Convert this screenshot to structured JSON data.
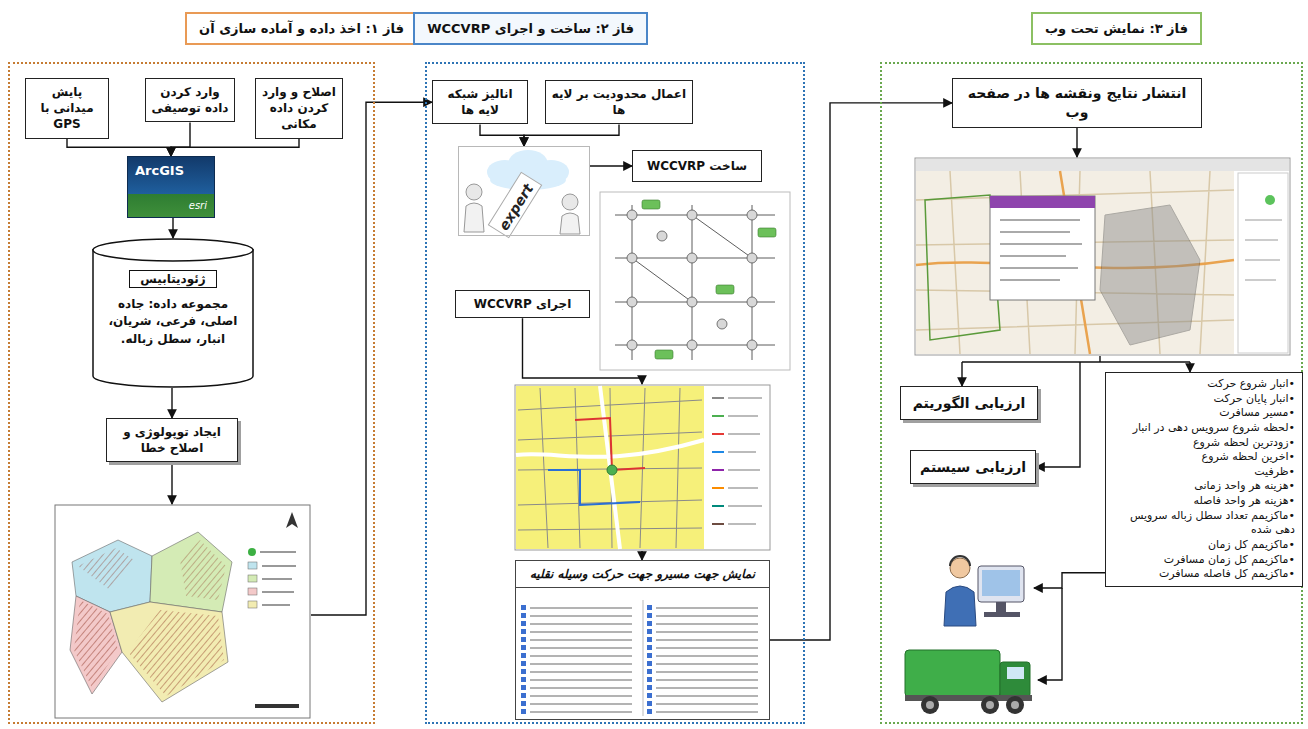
{
  "diagram": {
    "nodes": [
      {
        "text": [
          "فاز ۱: اخذ داده و آماده سازی آن"
        ]
      },
      {
        "text": [
          "اصلاح و وارد کردن داده مکانی"
        ],
        "in": 0
      },
      {
        "text": [
          "وارد کردن داده توصیفی"
        ],
        "in": 0
      },
      {
        "text": [
          "پایش میدانی با GPS"
        ],
        "in": 0
      },
      {
        "text": [
          "ArcGIS",
          "esri"
        ],
        "in": 0
      },
      {
        "text": [
          "ژئودیتابیس",
          "مجموعه داده: جاده اصلی، فرعی، شریان، انبار، سطل زباله."
        ],
        "in": 0
      },
      {
        "text": [
          "ایجاد توپولوژی و اصلاح خطا"
        ],
        "in": 0
      },
      {
        "text": [
          "فاز ۲: ساخت و اجرای WCCVRP"
        ]
      },
      {
        "text": [
          "اعمال محدودیت بر لایه ها"
        ],
        "in": 7
      },
      {
        "text": [
          "انالیز شبکه لایه ها"
        ],
        "in": 7
      },
      {
        "text": [
          "expert"
        ],
        "in": 7
      },
      {
        "text": [
          "ساخت WCCVRP"
        ],
        "in": 7
      },
      {
        "text": [
          "اجرای WCCVRP"
        ],
        "in": 7
      },
      {
        "text": [
          "نمایش جهت مسیرو جهت حرکت وسیله نقلیه"
        ],
        "in": 7
      },
      {
        "text": [
          "فاز ۳: نمایش تحت وب"
        ]
      },
      {
        "text": [
          "انتشار نتایج ونقشه ها در صفحه وب"
        ],
        "in": 14
      },
      {
        "text": [
          "ارزیابی الگوریتم"
        ],
        "in": 14
      },
      {
        "text": [
          "ارزیابی سیستم"
        ],
        "in": 14
      },
      {
        "text": [
          "•انبار شروع حرکت",
          "•انبار پایان حرکت",
          "•مسیر مسافرت",
          "•لحظه شروع سرویس دهی در انبار",
          "•زودترین لحظه شروع",
          "•اخرین لحظه شروع",
          "•ظرفیت",
          "•هزینه هر واحد زمانی",
          "•هزینه هر واحد فاصله",
          "•ماکزیمم تعداد سطل زباله سرویس دهی شده",
          "•ماکزیمم کل زمان",
          "•ماکزیمم کل زمان مسافرت",
          "•ماکزیمم کل فاصله مسافرت"
        ],
        "in": 14
      }
    ],
    "edges": [
      {
        "from": 1,
        "to": 4,
        "arrow": "to"
      },
      {
        "from": 2,
        "to": 4,
        "arrow": "to"
      },
      {
        "from": 3,
        "to": 4,
        "arrow": "to"
      },
      {
        "from": 4,
        "to": 5,
        "arrow": "to"
      },
      {
        "from": 5,
        "to": 6,
        "arrow": "to"
      },
      {
        "from": 8,
        "to": 10,
        "arrow": "to"
      },
      {
        "from": 9,
        "to": 10,
        "arrow": "to"
      },
      {
        "from": 10,
        "to": 11,
        "arrow": "to"
      },
      {
        "from": 13,
        "to": 15,
        "arrow": "to"
      }
    ]
  }
}
